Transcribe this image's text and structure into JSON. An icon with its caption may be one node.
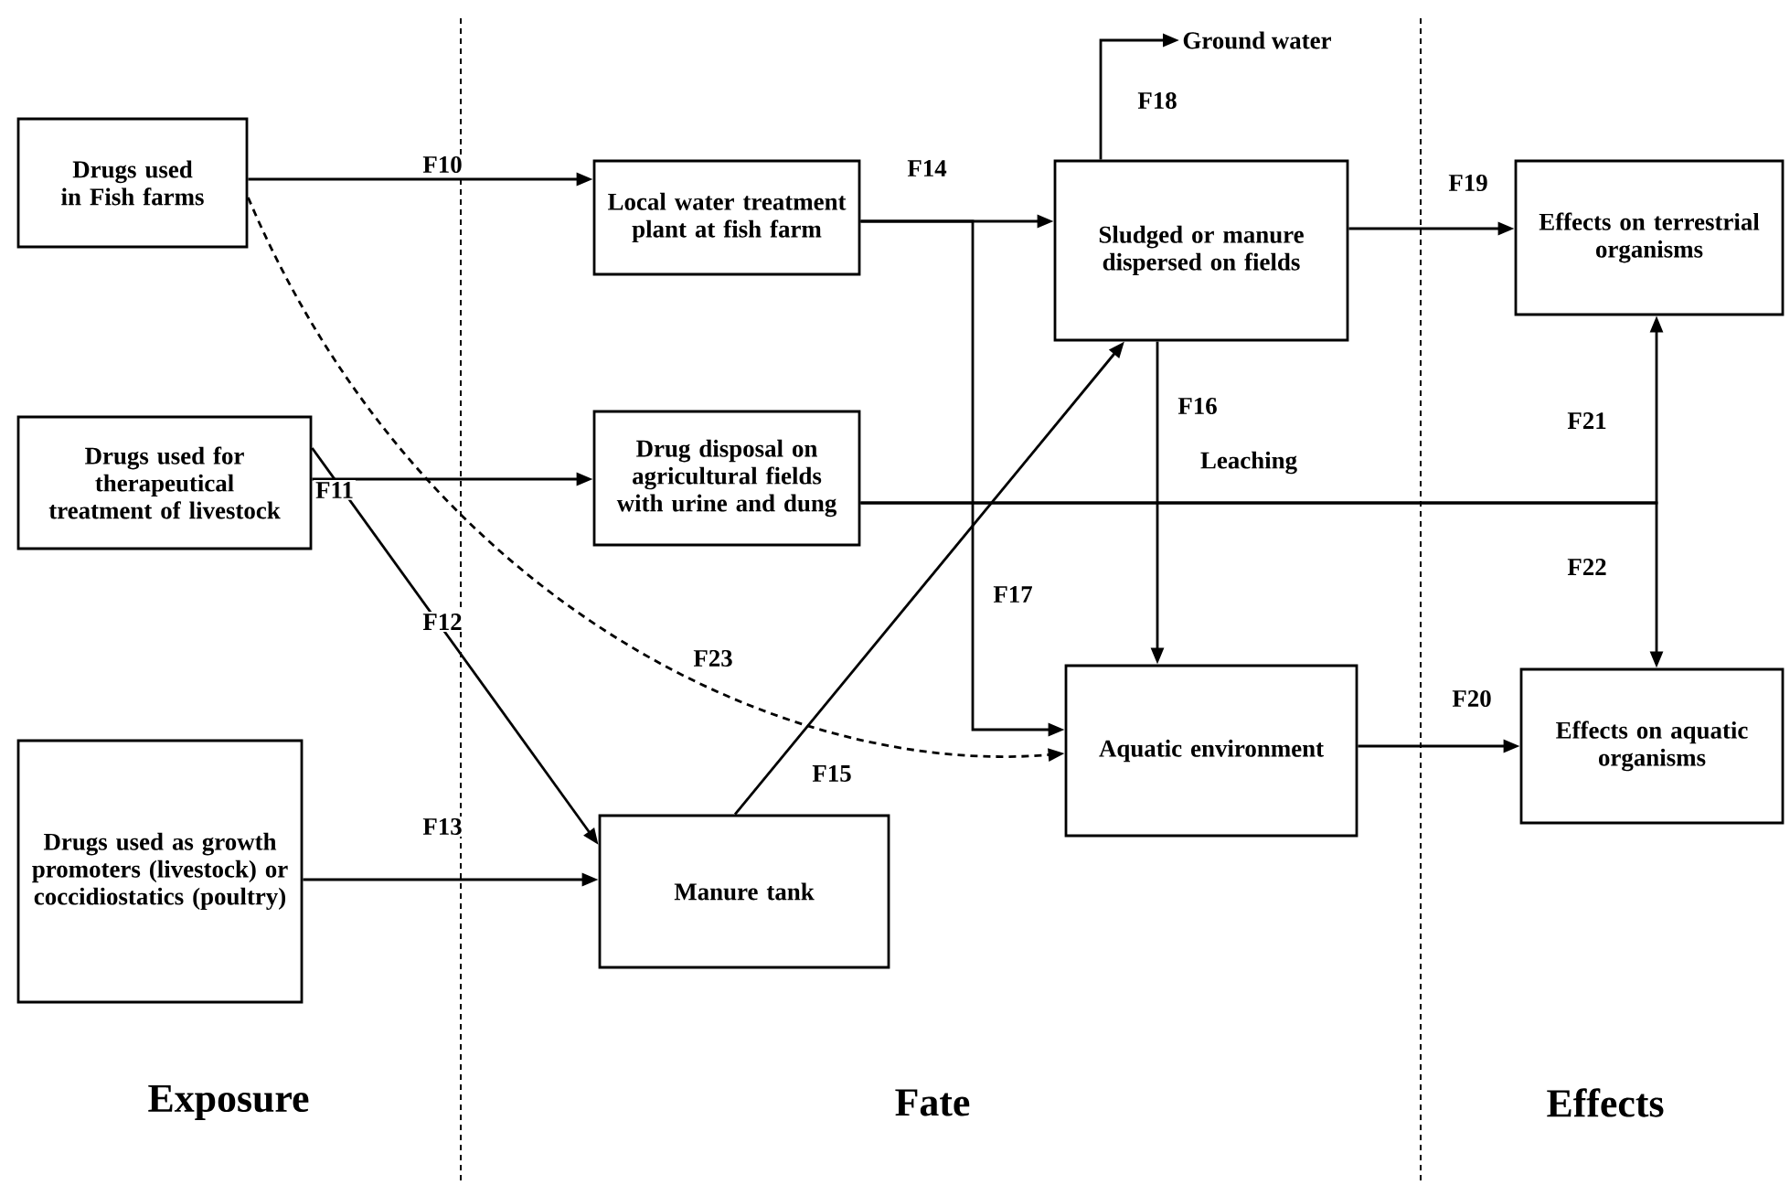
{
  "diagram": {
    "nodes": [
      {
        "text": [
          "Drugs used in Fish farms"
        ]
      },
      {
        "text": [
          "Drugs used for therapeutical treatment of livestock"
        ]
      },
      {
        "text": [
          "Drugs used as growth promoters (livestock) or coccidiostatics (poultry)"
        ]
      },
      {
        "text": [
          "Local water treatment plant at fish farm"
        ]
      },
      {
        "text": [
          "Drug disposal on agricultural fields with urine and dung"
        ]
      },
      {
        "text": [
          "Manure tank"
        ]
      },
      {
        "text": [
          "Sludged or manure dispersed on fields"
        ]
      },
      {
        "text": [
          "Ground water"
        ]
      },
      {
        "text": [
          "Aquatic environment"
        ]
      },
      {
        "text": [
          "Effects on terrestrial organisms"
        ]
      },
      {
        "text": [
          "Effects on aquatic organisms"
        ]
      }
    ],
    "edges": [
      {
        "from": 0,
        "to": 3,
        "arrow": "to",
        "label": "F10"
      },
      {
        "from": 3,
        "to": 6,
        "arrow": "to",
        "label": "F14"
      },
      {
        "from": 3,
        "to": 8,
        "arrow": "to",
        "label": "F17"
      },
      {
        "from": 6,
        "to": 7,
        "arrow": "to",
        "label": "F18"
      },
      {
        "from": 6,
        "to": 9,
        "arrow": "to",
        "label": "F19"
      },
      {
        "from": 6,
        "to": 8,
        "arrow": "to",
        "label": "F16"
      },
      {
        "from": 1,
        "to": 4,
        "arrow": "to",
        "label": "F11"
      },
      {
        "from": 1,
        "to": 5,
        "arrow": "to",
        "label": "F12"
      },
      {
        "from": 2,
        "to": 5,
        "arrow": "to",
        "label": "F13"
      },
      {
        "from": 5,
        "to": 6,
        "arrow": "to",
        "label": "F15"
      },
      {
        "from": 4,
        "to": 9,
        "arrow": "to",
        "label": "F21"
      },
      {
        "from": 4,
        "to": 10,
        "arrow": "to",
        "label": "F22"
      },
      {
        "from": 0,
        "to": 8,
        "arrow": "to",
        "label": "F23",
        "style": "dashed"
      },
      {
        "from": 8,
        "to": 10,
        "arrow": "to",
        "label": "F20"
      }
    ],
    "labels": [
      "Leaching",
      "Exposure",
      "Fate",
      "Effects"
    ]
  }
}
